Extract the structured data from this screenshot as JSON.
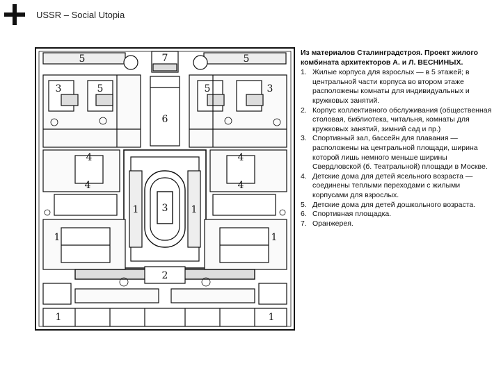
{
  "slide": {
    "title": "USSR – Social Utopia"
  },
  "plan": {
    "labels": [
      "1",
      "2",
      "3",
      "4",
      "5",
      "6",
      "7"
    ]
  },
  "caption": {
    "title": "Из материалов Сталинградстроя. Проект жилого комбината архитекторов А. и Л. ВЕСНИНЫХ.",
    "items": [
      {
        "num": "1.",
        "text": "Жилые корпуса для взрослых — в 5 этажей; в центральной части корпуса во втором этаже расположены комнаты для индивидуальных и кружковых занятий."
      },
      {
        "num": "2.",
        "text": "Корпус коллективного обслуживания (общественная столовая, библиотека, читальня, комнаты для кружковых занятий, зимний сад и пр.)"
      },
      {
        "num": "3.",
        "text": "Спортивный зал, бассейн для плавания — расположены на центральной площади, ширина которой лишь немного меньше ширины Свердловской (б. Театральной) площади в Москве."
      },
      {
        "num": "4.",
        "text": "Детские дома для детей ясельного возраста — соединены теплыми переходами с жилыми корпусами для взрослых."
      },
      {
        "num": "5.",
        "text": "Детские дома для детей дошкольного возраста."
      },
      {
        "num": "6.",
        "text": "Спортивная площадка."
      },
      {
        "num": "7.",
        "text": "Оранжерея."
      }
    ]
  }
}
